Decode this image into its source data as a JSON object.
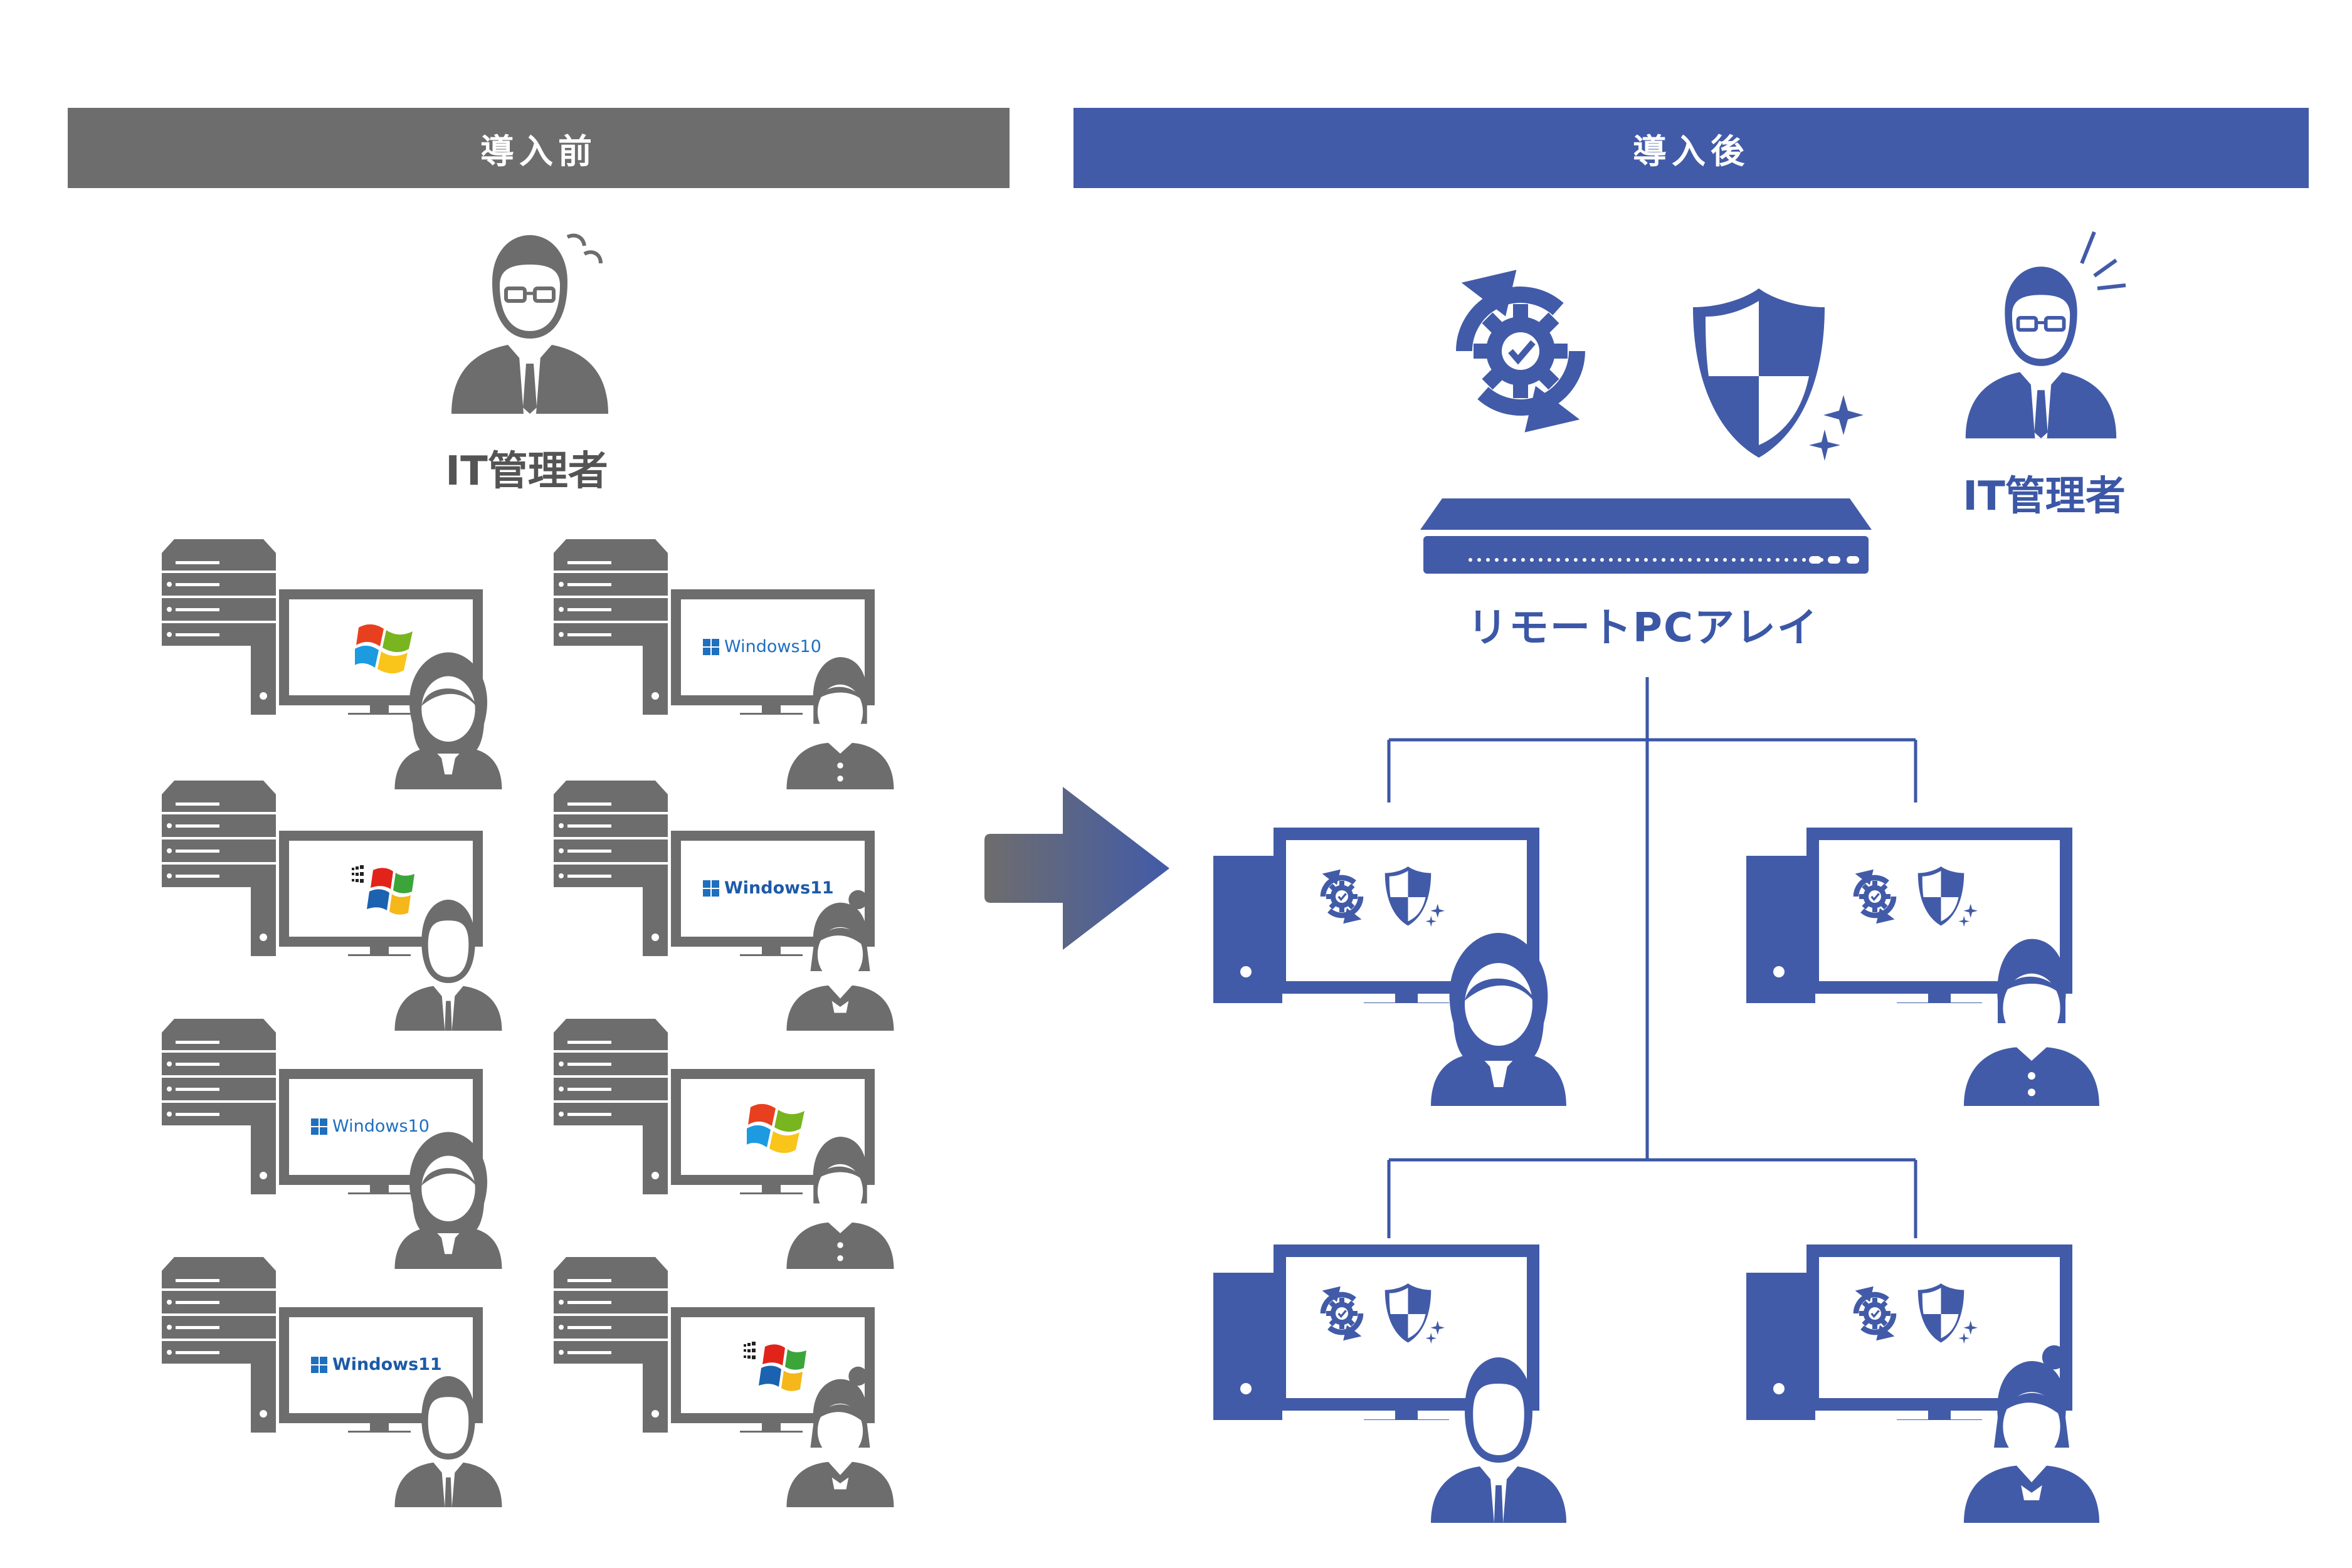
{
  "header": {
    "before_label": "導入前",
    "after_label": "導入後"
  },
  "before": {
    "admin": {
      "label": "IT管理者",
      "icon": "it-admin-worried-icon"
    },
    "workstations": [
      {
        "os_icon": "windows-xp-logo-icon",
        "os_text": "",
        "user": "woman"
      },
      {
        "os_icon": "windows-10-logo-icon",
        "os_text": "Windows10",
        "user": "woman-student"
      },
      {
        "os_icon": "windows-2000-logo-icon",
        "os_text": "",
        "user": "man"
      },
      {
        "os_icon": "windows-11-logo-icon",
        "os_text": "Windows11",
        "user": "woman-ponytail"
      },
      {
        "os_icon": "windows-10-logo-icon",
        "os_text": "Windows10",
        "user": "woman"
      },
      {
        "os_icon": "windows-xp-logo-icon",
        "os_text": "",
        "user": "woman-student"
      },
      {
        "os_icon": "windows-11-logo-icon",
        "os_text": "Windows11",
        "user": "man"
      },
      {
        "os_icon": "windows-2000-logo-icon",
        "os_text": "",
        "user": "woman-ponytail"
      }
    ]
  },
  "after": {
    "admin": {
      "label": "IT管理者",
      "icon": "it-admin-happy-icon"
    },
    "array_label": "リモートPCアレイ",
    "array_icons": [
      "update-gear-icon",
      "security-shield-icon",
      "rack-server-icon"
    ],
    "clients": [
      {
        "user": "woman",
        "icons": [
          "update-gear-icon",
          "security-shield-icon"
        ]
      },
      {
        "user": "woman-student",
        "icons": [
          "update-gear-icon",
          "security-shield-icon"
        ]
      },
      {
        "user": "man",
        "icons": [
          "update-gear-icon",
          "security-shield-icon"
        ]
      },
      {
        "user": "woman-ponytail",
        "icons": [
          "update-gear-icon",
          "security-shield-icon"
        ]
      }
    ]
  },
  "colors": {
    "gray": "#6e6d6d",
    "gray_dark": "#5a5a5a",
    "blue": "#425ba8",
    "blue_dark": "#3b57a6"
  }
}
